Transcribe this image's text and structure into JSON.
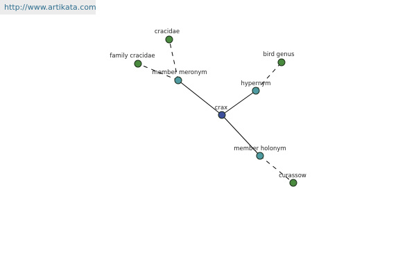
{
  "site": {
    "url": "http://www.artikata.com"
  },
  "colors": {
    "root": "#3d4f9a",
    "relation": "#4f9aa0",
    "leaf": "#4a8a3e",
    "link": "#2f6f8f"
  },
  "graph": {
    "nodes": [
      {
        "id": "crax",
        "label": "crax",
        "kind": "root"
      },
      {
        "id": "member-meronym",
        "label": "member meronym",
        "kind": "relation"
      },
      {
        "id": "hypernym",
        "label": "hypernym",
        "kind": "relation"
      },
      {
        "id": "member-holonym",
        "label": "member holonym",
        "kind": "relation"
      },
      {
        "id": "cracidae",
        "label": "cracidae",
        "kind": "leaf"
      },
      {
        "id": "family-cracidae",
        "label": "family cracidae",
        "kind": "leaf"
      },
      {
        "id": "bird-genus",
        "label": "bird genus",
        "kind": "leaf"
      },
      {
        "id": "curassow",
        "label": "curassow",
        "kind": "leaf"
      }
    ],
    "edges": [
      {
        "from": "crax",
        "to": "member-meronym",
        "style": "solid"
      },
      {
        "from": "crax",
        "to": "hypernym",
        "style": "solid"
      },
      {
        "from": "crax",
        "to": "member-holonym",
        "style": "solid"
      },
      {
        "from": "member-meronym",
        "to": "cracidae",
        "style": "dashed"
      },
      {
        "from": "member-meronym",
        "to": "family-cracidae",
        "style": "dashed"
      },
      {
        "from": "hypernym",
        "to": "bird-genus",
        "style": "dashed"
      },
      {
        "from": "member-holonym",
        "to": "curassow",
        "style": "dashed"
      }
    ]
  }
}
